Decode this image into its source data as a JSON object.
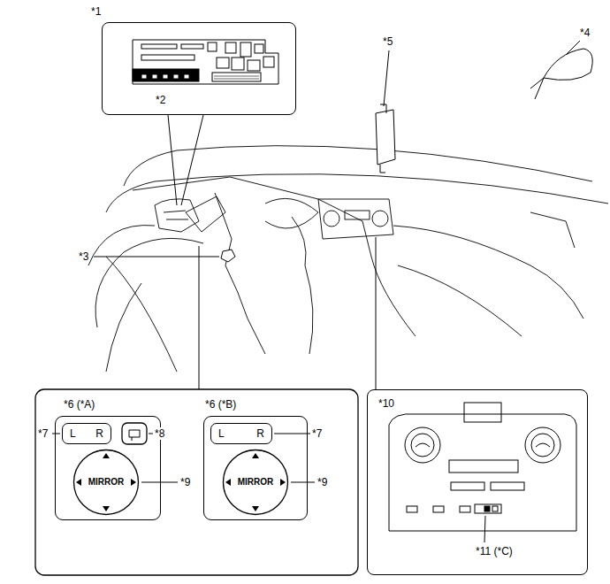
{
  "diagram": {
    "nodes": [
      {
        "text": [
          "*1",
          "*2"
        ]
      },
      {
        "text": [
          "*6 (*A)"
        ]
      },
      {
        "text": [
          "L",
          "R"
        ],
        "in": 1
      },
      {
        "text": [
          "MIRROR"
        ],
        "in": 1
      },
      {
        "text": [
          "*6 (*B)"
        ]
      },
      {
        "text": [
          "L",
          "R"
        ],
        "in": 4
      },
      {
        "text": [
          "MIRROR"
        ],
        "in": 4
      },
      {
        "text": [
          "*10",
          "*11 (*C)"
        ]
      }
    ],
    "labels": [
      "*3",
      "*4",
      "*5",
      "*7",
      "*8",
      "*9",
      "*7",
      "*9"
    ]
  }
}
